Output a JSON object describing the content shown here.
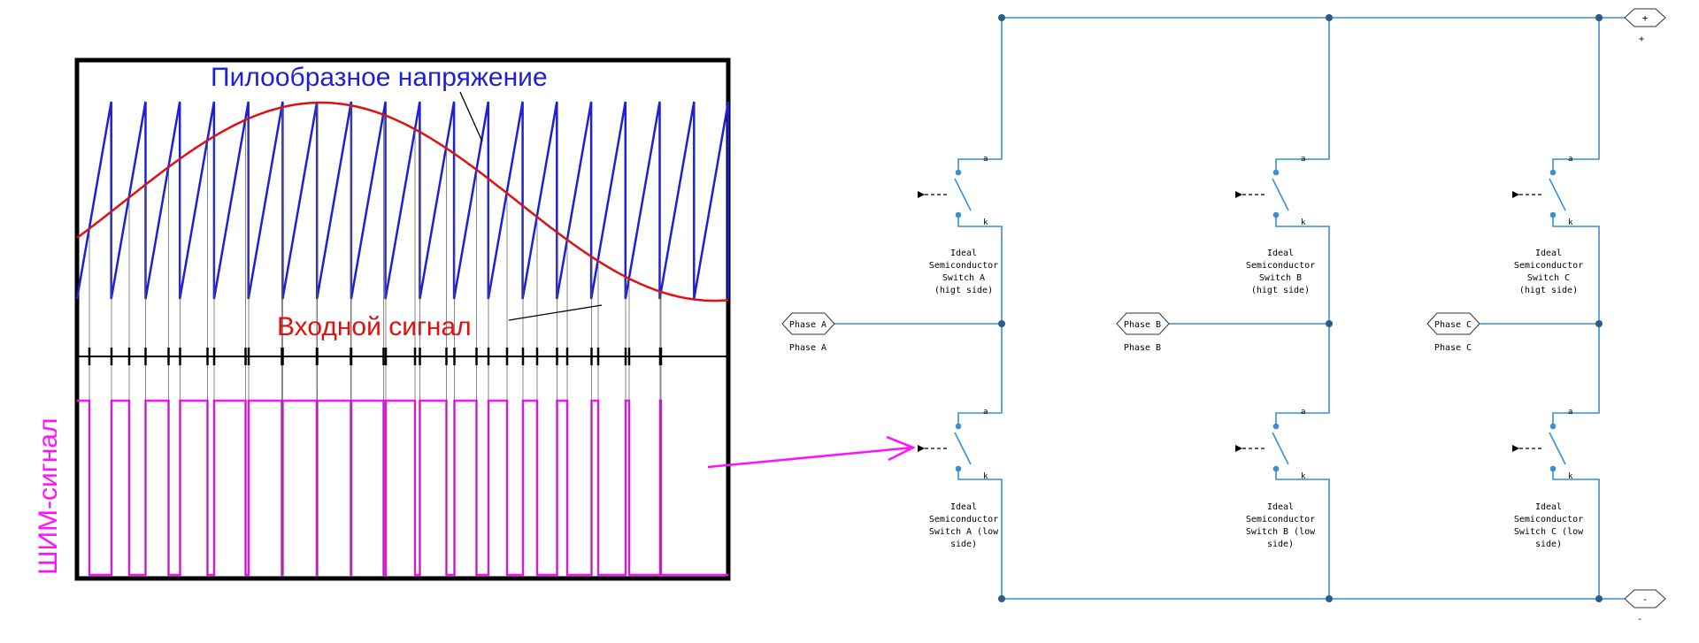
{
  "pwm_plot": {
    "sawtooth_label": "Пилообразное напряжение",
    "input_label": "Входной сигнал",
    "pwm_label": "ШИМ-сигнал"
  },
  "bridge": {
    "dc_plus": {
      "port": "+",
      "label": "+"
    },
    "dc_minus": {
      "port": "-",
      "label": "-"
    },
    "terminal_anode": "a",
    "terminal_cathode": "k",
    "phases": [
      {
        "port": "Phase A",
        "label": "Phase A",
        "high": [
          "Ideal",
          "Semiconductor",
          "Switch A",
          "(higt side)"
        ],
        "low": [
          "Ideal",
          "Semiconductor",
          "Switch A (low",
          "side)"
        ]
      },
      {
        "port": "Phase B",
        "label": "Phase B",
        "high": [
          "Ideal",
          "Semiconductor",
          "Switch B",
          "(higt side)"
        ],
        "low": [
          "Ideal",
          "Semiconductor",
          "Switch B (low",
          "side)"
        ]
      },
      {
        "port": "Phase C",
        "label": "Phase C",
        "high": [
          "Ideal",
          "Semiconductor",
          "Switch C",
          "(higt side)"
        ],
        "low": [
          "Ideal",
          "Semiconductor",
          "Switch C (low",
          "side)"
        ]
      }
    ]
  },
  "colors": {
    "sawtooth": "#1f1fd6",
    "sine": "#e01010",
    "pwm": "#ff10ff",
    "wire": "#3a8fd0",
    "node": "#2a5d88",
    "frame": "#000000"
  }
}
